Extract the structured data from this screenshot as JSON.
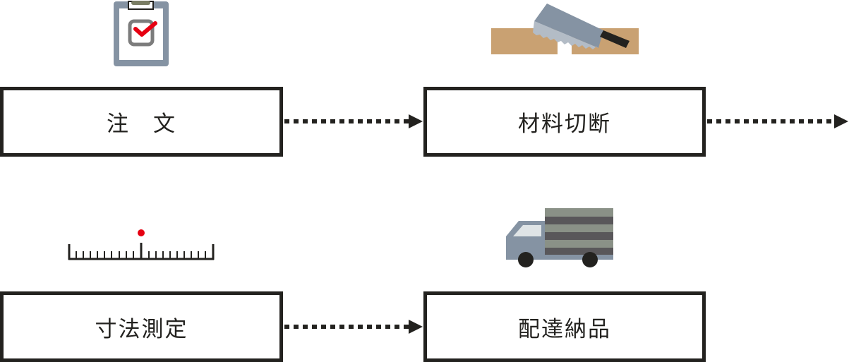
{
  "steps": [
    {
      "label": "注　文",
      "icon": "clipboard-check-icon"
    },
    {
      "label": "材料切断",
      "icon": "saw-cutting-wood-icon"
    },
    {
      "label": "寸法測定",
      "icon": "ruler-icon"
    },
    {
      "label": "配達納品",
      "icon": "delivery-truck-icon"
    }
  ],
  "colors": {
    "border": "#23221f",
    "accent_red": "#e60012",
    "wood": "#c9a172",
    "steel": "#8593a3",
    "truck_cargo_light": "#8a9187",
    "truck_cargo_dark": "#59575a"
  }
}
